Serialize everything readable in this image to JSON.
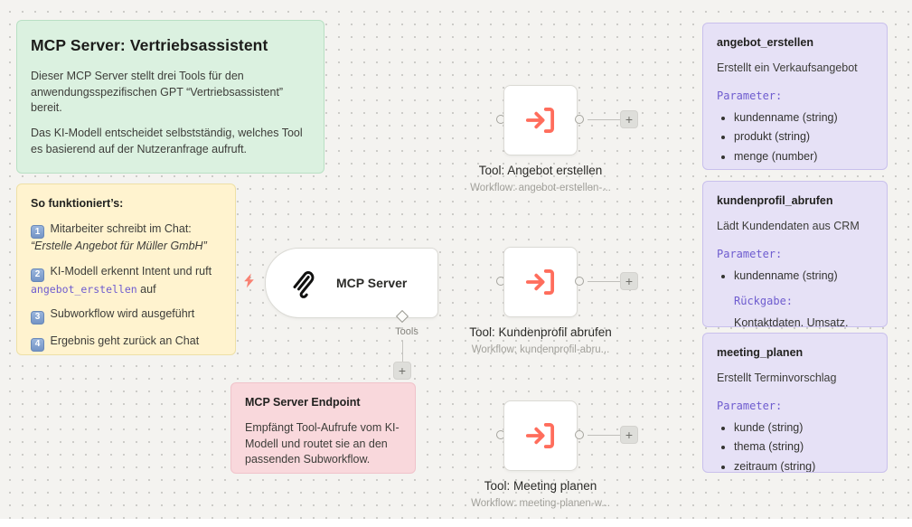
{
  "stickies": {
    "intro": {
      "title": "MCP Server: Vertriebsassistent",
      "body1": "Dieser MCP Server stellt drei Tools für den anwendungsspezifischen GPT “Vertriebsassistent” bereit.",
      "body2": "Das KI-Modell entscheidet selbstständig, welches Tool es basierend auf der Nutzeranfrage aufruft."
    },
    "how_it_works": {
      "title": "So funktioniert’s:",
      "steps": [
        {
          "num": "1",
          "text": "Mitarbeiter schreibt im Chat:",
          "quote": "“Erstelle Angebot für Müller GmbH”"
        },
        {
          "num": "2",
          "text_before": "KI-Modell erkennt Intent und ruft ",
          "code": "angebot_erstellen",
          "text_after": " auf"
        },
        {
          "num": "3",
          "text": "Subworkflow wird ausgeführt"
        },
        {
          "num": "4",
          "text": "Ergebnis geht zurück an Chat"
        }
      ]
    },
    "endpoint": {
      "title": "MCP Server Endpoint",
      "body": "Empfängt Tool-Aufrufe vom KI-Modell und routet sie an den passenden Subworkflow."
    },
    "tool_docs": [
      {
        "title": "angebot_erstellen",
        "description": "Erstellt ein Verkaufsangebot",
        "params_label": "Parameter:",
        "params": [
          "kundenname (string)",
          "produkt (string)",
          "menge (number)"
        ]
      },
      {
        "title": "kundenprofil_abrufen",
        "description": "Lädt Kundendaten aus CRM",
        "params_label": "Parameter:",
        "params": [
          "kundenname (string)"
        ],
        "returns_label": "Rückgabe:",
        "returns_text": "Kontaktdaten, Umsatz,"
      },
      {
        "title": "meeting_planen",
        "description": "Erstellt Terminvorschlag",
        "params_label": "Parameter:",
        "params": [
          "kunde (string)",
          "thema (string)",
          "zeitraum (string)"
        ]
      }
    ]
  },
  "mcp_node": {
    "label": "MCP Server",
    "output_label": "Tools",
    "plus_label": "+"
  },
  "tool_nodes": [
    {
      "label": "Tool: Angebot erstellen",
      "sublabel": "Workflow: angebot-erstellen-...",
      "plus_label": "+"
    },
    {
      "label": "Tool: Kundenprofil abrufen",
      "sublabel": "Workflow: kundenprofil-abru...",
      "plus_label": "+"
    },
    {
      "label": "Tool: Meeting planen",
      "sublabel": "Workflow: meeting-planen-w...",
      "plus_label": "+"
    }
  ],
  "colors": {
    "canvas_bg": "#f4f3f0",
    "accent_coral": "#ff6d5c",
    "accent_purple": "#6e5ccf",
    "sticky_green": "#dbf1e0",
    "sticky_yellow": "#fff3cf",
    "sticky_pink": "#f9d8dc",
    "sticky_purple": "#e6e1f6"
  }
}
